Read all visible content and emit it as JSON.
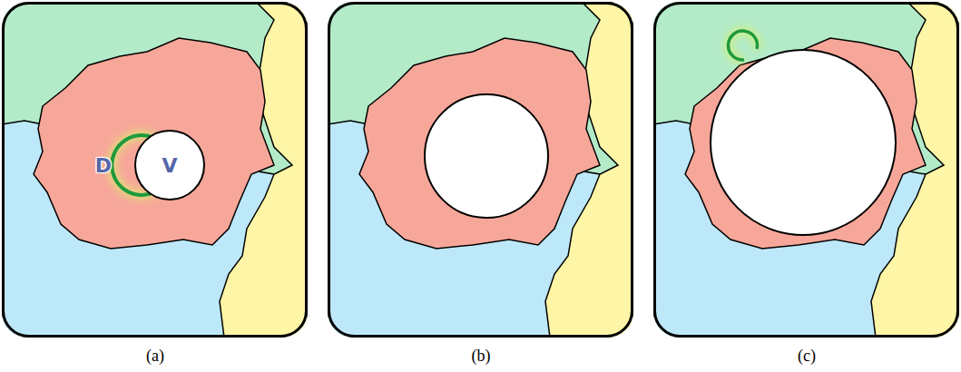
{
  "diagram": {
    "nodes": [
      {
        "text": [
          "V"
        ]
      }
    ],
    "labels": [
      "D",
      "(a)",
      "(b)",
      "(c)"
    ]
  }
}
